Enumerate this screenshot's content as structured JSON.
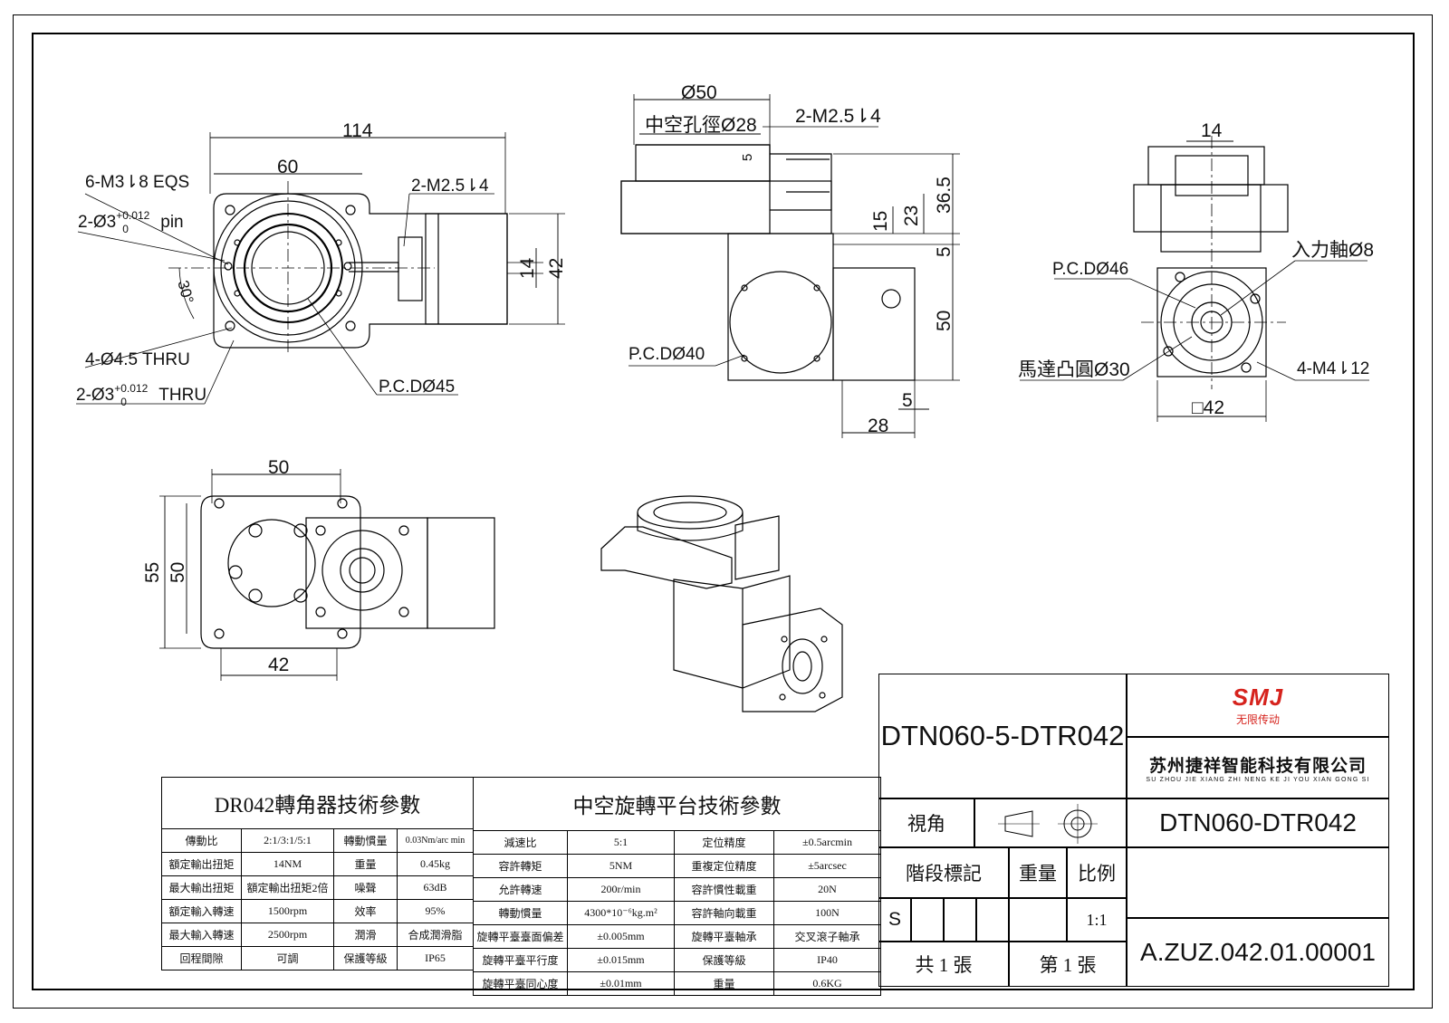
{
  "top_view": {
    "dims": {
      "overall_width": "114",
      "center_width": "60",
      "shaft_height": "14",
      "motor_height": "42"
    },
    "labels": {
      "eqs_holes": "6-M3⇂8 EQS",
      "pin_holes": "2-Ø3",
      "pin_tol": "+0.012",
      "pin_tol_low": "0",
      "pin_word": "pin",
      "side_tap": "2-M2.5⇂4",
      "angle": "30°",
      "thru_holes": "4-Ø4.5 THRU",
      "thru_pin": "2-Ø3",
      "thru_tol": "+0.012",
      "thru_tol_low": "0",
      "thru_word": "THRU",
      "pcd": "P.C.DØ45"
    }
  },
  "front_view": {
    "dims": {
      "outer_dia": "Ø50",
      "d5a": "5",
      "d15": "15",
      "d23": "23",
      "d36_5": "36.5",
      "d5b": "5",
      "d50": "50",
      "d5c": "5",
      "d28": "28"
    },
    "labels": {
      "hollow_bore": "中空孔徑Ø28",
      "top_tap": "2-M2.5⇂4",
      "pcd": "P.C.DØ40"
    }
  },
  "side_view": {
    "dims": {
      "d14": "14",
      "d42": "□42"
    },
    "labels": {
      "input_shaft": "入力軸Ø8",
      "pcd": "P.C.DØ46",
      "motor_boss": "馬達凸圓Ø30",
      "motor_tap": "4-M4⇂12"
    }
  },
  "bottom_view": {
    "dims": {
      "d50w": "50",
      "d55": "55",
      "d50h": "50",
      "d42": "42"
    }
  },
  "dr_table": {
    "title": "DR042轉角器技術參數",
    "rows": [
      [
        "傳動比",
        "2:1/3:1/5:1",
        "轉動慣量",
        "0.03Nm/arc min"
      ],
      [
        "額定輸出扭矩",
        "14NM",
        "重量",
        "0.45kg"
      ],
      [
        "最大輸出扭矩",
        "額定輸出扭矩2倍",
        "噪聲",
        "63dB"
      ],
      [
        "額定輸入轉速",
        "1500rpm",
        "效率",
        "95%"
      ],
      [
        "最大輸入轉速",
        "2500rpm",
        "潤滑",
        "合成潤滑脂"
      ],
      [
        "回程間隙",
        "可調",
        "保護等級",
        "IP65"
      ]
    ]
  },
  "dtn_table": {
    "title": "中空旋轉平台技術參數",
    "rows": [
      [
        "減速比",
        "5:1",
        "定位精度",
        "±0.5arcmin"
      ],
      [
        "容許轉矩",
        "5NM",
        "重複定位精度",
        "±5arcsec"
      ],
      [
        "允許轉速",
        "200r/min",
        "容許慣性載重",
        "20N"
      ],
      [
        "轉動慣量",
        "4300*10⁻⁶kg.m²",
        "容許軸向載重",
        "100N"
      ],
      [
        "旋轉平臺臺面偏差",
        "±0.005mm",
        "旋轉平臺軸承",
        "交叉滾子軸承"
      ],
      [
        "旋轉平臺平行度",
        "±0.015mm",
        "保護等級",
        "IP40"
      ],
      [
        "旋轉平臺同心度",
        "±0.01mm",
        "重量",
        "0.6KG"
      ]
    ]
  },
  "title_block": {
    "model": "DTN060-5-DTR042",
    "logo": "SMJ",
    "logo_tagline": "无限传动",
    "company_cn": "苏州捷祥智能科技有限公司",
    "company_en": "SU ZHOU JIE XIANG ZHI NENG KE JI YOU XIAN GONG SI",
    "view_label": "視角",
    "drawing_name": "DTN060-DTR042",
    "stage_label": "階段標記",
    "weight_label": "重量",
    "scale_label": "比例",
    "stage_mark": "S",
    "scale_value": "1:1",
    "sheets_total": "共 1 張",
    "sheet_no": "第 1 張",
    "drawing_number": "A.ZUZ.042.01.00001"
  }
}
